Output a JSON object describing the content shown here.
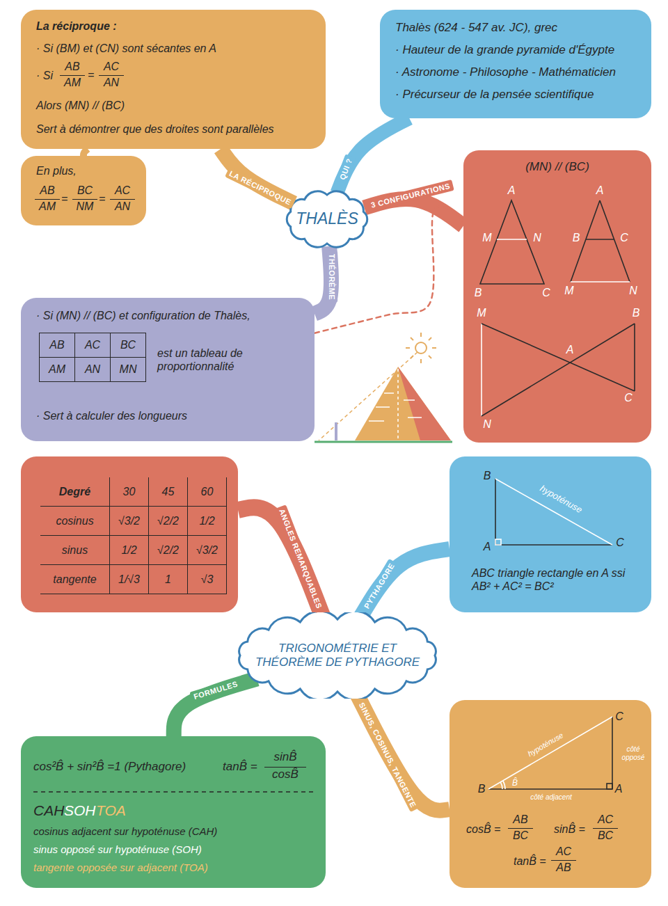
{
  "diagram": {
    "nodes": [
      {
        "text": [
          "La réciproque :",
          "· Si (BM) et (CN) sont sécantes en A",
          "· Si",
          "AB",
          "AM",
          "=",
          "AC",
          "AN",
          "Alors (MN) // (BC)",
          "Sert à démontrer que des droites sont parallèles"
        ]
      },
      {
        "text": [
          "En plus,",
          "AB",
          "AM",
          "=",
          "BC",
          "NM",
          "=",
          "AC",
          "AN"
        ]
      },
      {
        "text": [
          "Thalès (624 - 547 av. JC), grec",
          "· Hauteur de la grande pyramide d'Égypte",
          "· Astronome - Philosophe - Mathématicien",
          "· Précurseur de la pensée scientifique"
        ]
      },
      {
        "text": [
          "THALÈS"
        ]
      },
      {
        "text": [
          "(MN) // (BC)"
        ]
      },
      {
        "text": [
          "· Si (MN) // (BC) et configuration de Thalès,",
          "AB",
          "AC",
          "BC",
          "AM",
          "AN",
          "MN",
          "est un tableau de proportionnalité",
          "· Sert à calculer des longueurs"
        ]
      },
      {
        "text": [
          "Degré",
          "30",
          "45",
          "60",
          "cosinus",
          "√3/2",
          "√2/2",
          "1/2",
          "sinus",
          "1/2",
          "√2/2",
          "√3/2",
          "tangente",
          "1/√3",
          "1",
          "√3"
        ]
      },
      {
        "text": [
          "ABC triangle rectangle en A ssi AB² + AC² = BC²"
        ]
      },
      {
        "text": [
          "TRIGONOMÉTRIE ET THÉORÈME DE PYTHAGORE"
        ]
      },
      {
        "text": [
          "cos²B̂ + sin²B̂ =1 (Pythagore)",
          "tanB̂ =",
          "sinB̂",
          "cosB̂",
          "CAH",
          "SOH",
          "TOA",
          "cosinus adjacent sur hypoténuse (CAH)",
          "sinus opposé sur hypoténuse (SOH)",
          "tangente opposée sur adjacent (TOA)"
        ]
      },
      {
        "text": [
          "cosB̂ =",
          "AB",
          "BC",
          "sinB̂ =",
          "AC",
          "BC",
          "tanB̂ =",
          "AC",
          "AB"
        ]
      }
    ],
    "edges": [
      {
        "from": 3,
        "to": 0,
        "label": "LA RÉCIPROQUE",
        "arrow": "none"
      },
      {
        "from": 3,
        "to": 2,
        "label": "QUI ?",
        "arrow": "none"
      },
      {
        "from": 3,
        "to": 4,
        "label": "3 CONFIGURATIONS",
        "arrow": "none"
      },
      {
        "from": 3,
        "to": 5,
        "label": "THÉORÈME",
        "arrow": "none"
      },
      {
        "from": 5,
        "to": 4,
        "arrow": "to"
      },
      {
        "from": 0,
        "to": 1,
        "arrow": "none"
      },
      {
        "from": 8,
        "to": 6,
        "label": "ANGLES REMARQUABLES",
        "arrow": "none"
      },
      {
        "from": 8,
        "to": 7,
        "label": "PYTHAGORE",
        "arrow": "none"
      },
      {
        "from": 8,
        "to": 9,
        "label": "FORMULES",
        "arrow": "none"
      },
      {
        "from": 8,
        "to": 10,
        "label": "SINUS, COSINUS, TANGENTE",
        "arrow": "none"
      }
    ],
    "labels": [
      "A",
      "M",
      "N",
      "B",
      "C",
      "A",
      "B",
      "C",
      "M",
      "N",
      "M",
      "B",
      "A",
      "C",
      "N",
      "B",
      "A",
      "C",
      "hypoténuse",
      "C",
      "B",
      "B̂",
      "A",
      "hypoténuse",
      "côté opposé",
      "côté adjacent"
    ]
  }
}
